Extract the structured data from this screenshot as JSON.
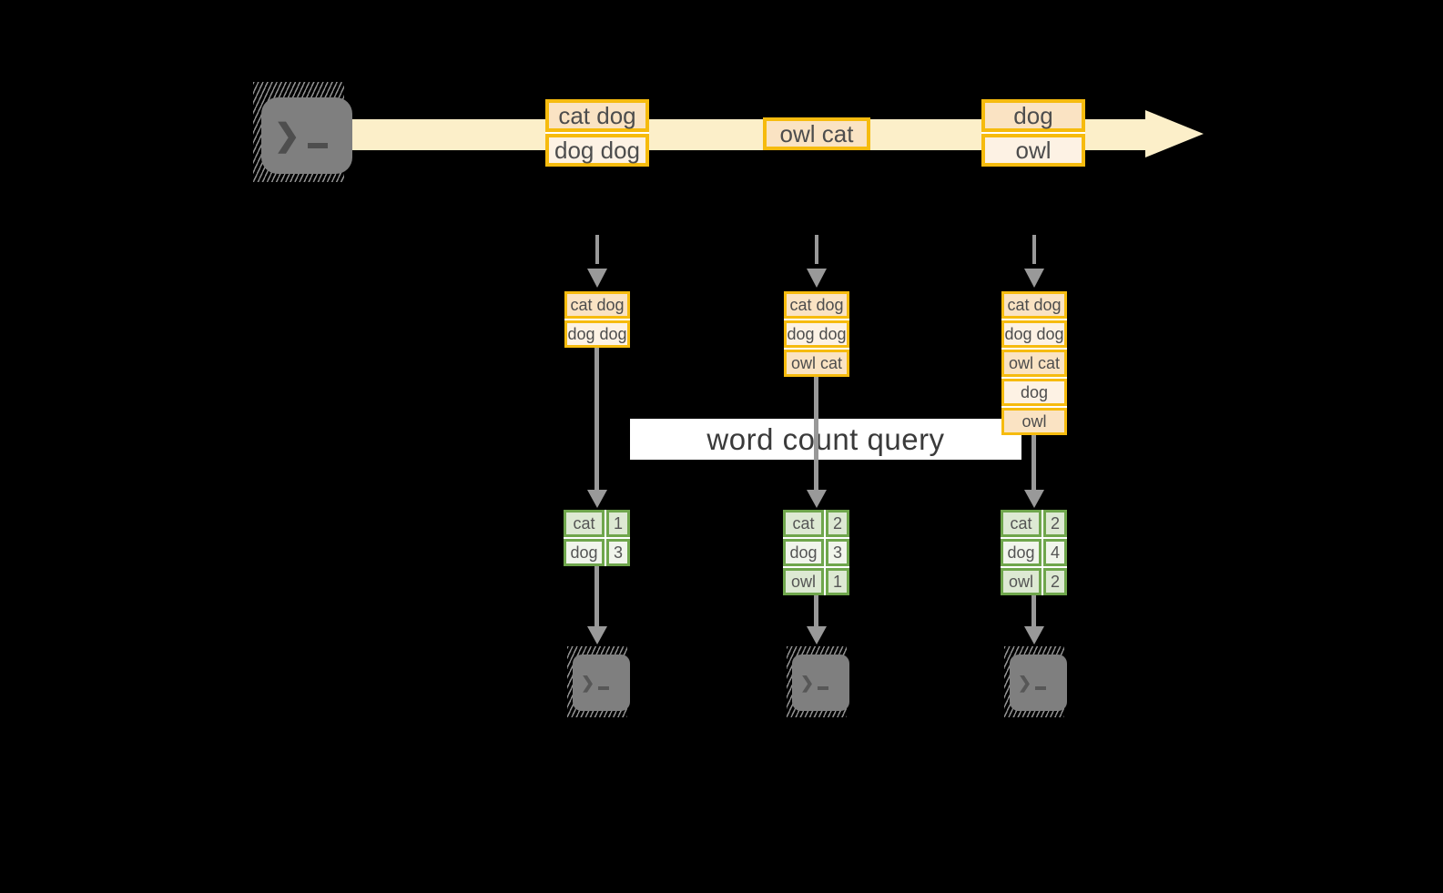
{
  "diagram": {
    "title_label": "word count query",
    "prompt_glyph": "❯",
    "stream_events": [
      {
        "lines": [
          "cat dog",
          "dog dog"
        ]
      },
      {
        "lines": [
          "owl cat"
        ]
      },
      {
        "lines": [
          "dog",
          "owl"
        ]
      }
    ],
    "state_buffers": [
      {
        "lines": [
          "cat dog",
          "dog dog"
        ]
      },
      {
        "lines": [
          "cat dog",
          "dog dog",
          "owl cat"
        ]
      },
      {
        "lines": [
          "cat dog",
          "dog dog",
          "owl cat",
          "dog",
          "owl"
        ]
      }
    ],
    "count_tables": [
      {
        "rows": [
          {
            "word": "cat",
            "count": "1"
          },
          {
            "word": "dog",
            "count": "3"
          }
        ]
      },
      {
        "rows": [
          {
            "word": "cat",
            "count": "2"
          },
          {
            "word": "dog",
            "count": "3"
          },
          {
            "word": "owl",
            "count": "1"
          }
        ]
      },
      {
        "rows": [
          {
            "word": "cat",
            "count": "2"
          },
          {
            "word": "dog",
            "count": "4"
          },
          {
            "word": "owl",
            "count": "2"
          }
        ]
      }
    ],
    "colors": {
      "background": "#000000",
      "stream_band": "#FCEFC9",
      "record_border": "#F6BB0E",
      "record_fill_dark": "#FAE3C3",
      "record_fill_light": "#FDF2E4",
      "table_border": "#6FA64C",
      "table_row_dark": "#DDE9D3",
      "table_row_light": "#F1F5EC",
      "arrow_gray": "#999999",
      "terminal_gray": "#7F7F7F",
      "label_background": "#FFFFFF"
    }
  }
}
